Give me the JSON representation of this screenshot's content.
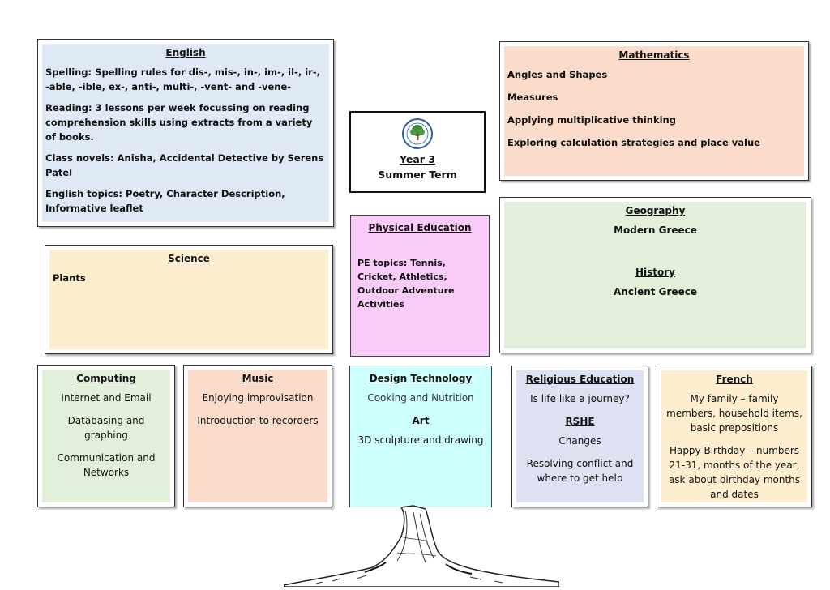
{
  "english": {
    "heading": "English",
    "spelling": "Spelling: Spelling rules for dis-, mis-, in-, im-, il-, ir-, -able, -ible, ex-, anti-, multi-, -vent- and -vene-",
    "reading": "Reading: 3 lessons per week focussing on reading comprehension skills using extracts from a variety of books.",
    "novels": "Class novels: Anisha, Accidental Detective by Serens Patel",
    "topics": "English topics: Poetry, Character Description, Informative leaflet"
  },
  "year": {
    "title": "Year 3",
    "term": "Summer Term",
    "logo_icon": "school-logo-tree"
  },
  "maths": {
    "heading": "Mathematics",
    "items": [
      "Angles and Shapes",
      "Measures",
      "Applying multiplicative thinking",
      "Exploring calculation strategies and place value"
    ]
  },
  "geography": {
    "heading": "Geography",
    "text": "Modern Greece"
  },
  "history": {
    "heading": "History",
    "text": "Ancient Greece"
  },
  "science": {
    "heading": "Science",
    "text": "Plants"
  },
  "pe": {
    "heading": "Physical Education",
    "text": "PE topics: Tennis, Cricket, Athletics, Outdoor Adventure Activities"
  },
  "computing": {
    "heading": "Computing",
    "items": [
      "Internet and Email",
      "Databasing and graphing",
      "Communication and Networks"
    ]
  },
  "music": {
    "heading": "Music",
    "items": [
      "Enjoying improvisation",
      "Introduction to recorders"
    ]
  },
  "dt": {
    "heading": "Design Technology",
    "text": "Cooking and Nutrition",
    "art_heading": "Art",
    "art_text": "3D sculpture and drawing"
  },
  "re": {
    "heading": "Religious Education",
    "text": "Is life like a journey?",
    "rshe_heading": "RSHE",
    "rshe_items": [
      "Changes",
      "Resolving conflict and where to get help"
    ]
  },
  "french": {
    "heading": "French",
    "items": [
      "My family – family members, household items, basic prepositions",
      "Happy Birthday – numbers 21-31, months of the year, ask about birthday months and dates"
    ]
  },
  "decor": {
    "bottom_image": "tree-trunk-sketch"
  }
}
